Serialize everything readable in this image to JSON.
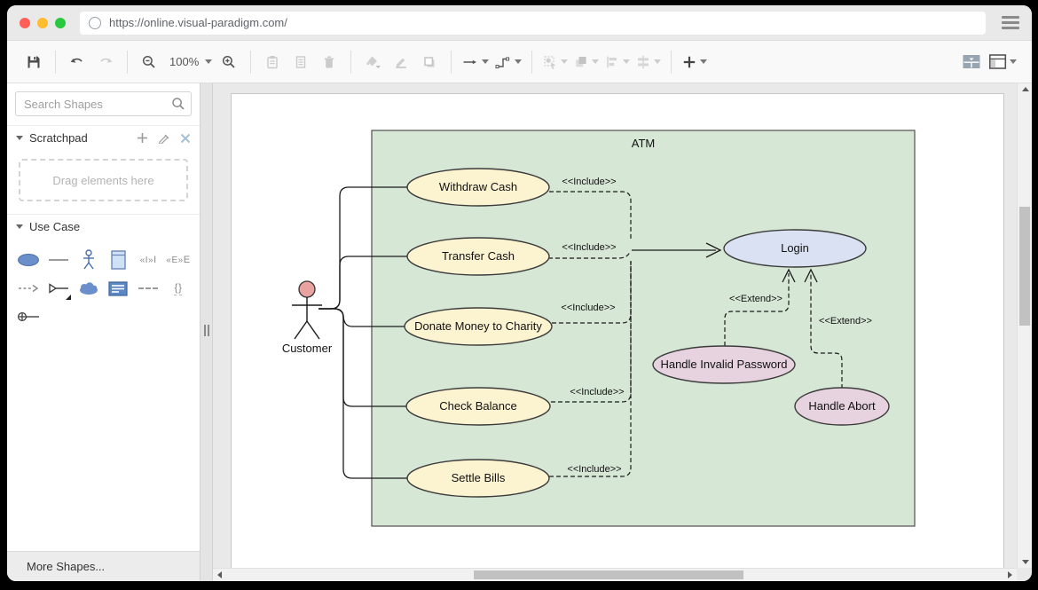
{
  "browser": {
    "url": "https://online.visual-paradigm.com/",
    "traffic_lights": {
      "close": "#ff5f57",
      "minimize": "#febc2e",
      "fullscreen": "#28c840"
    }
  },
  "toolbar": {
    "zoom_level": "100%"
  },
  "sidebar": {
    "search_placeholder": "Search Shapes",
    "scratchpad": {
      "title": "Scratchpad",
      "drop_hint": "Drag elements here"
    },
    "use_case_section": {
      "title": "Use Case"
    },
    "palette": {
      "include_glyph": "«I»",
      "extend_glyph": "«E»",
      "constraint_glyph": "{}"
    },
    "more_shapes_label": "More Shapes..."
  },
  "diagram": {
    "system_label": "ATM",
    "actor_label": "Customer",
    "use_cases": [
      {
        "label": "Withdraw Cash"
      },
      {
        "label": "Transfer Cash"
      },
      {
        "label": "Donate Money to Charity"
      },
      {
        "label": "Check Balance"
      },
      {
        "label": "Settle Bills"
      },
      {
        "label": "Login"
      },
      {
        "label": "Handle Invalid Password"
      },
      {
        "label": "Handle Abort"
      }
    ],
    "stereotypes": {
      "include": "<<Include>>",
      "extend": "<<Extend>>"
    },
    "colors": {
      "system_fill": "#d7e7d5",
      "usecase_fill": "#fcf3d1",
      "login_fill": "#dae1f3",
      "extend_fill": "#e6d3df",
      "actor_head": "#e8a2a0"
    }
  }
}
